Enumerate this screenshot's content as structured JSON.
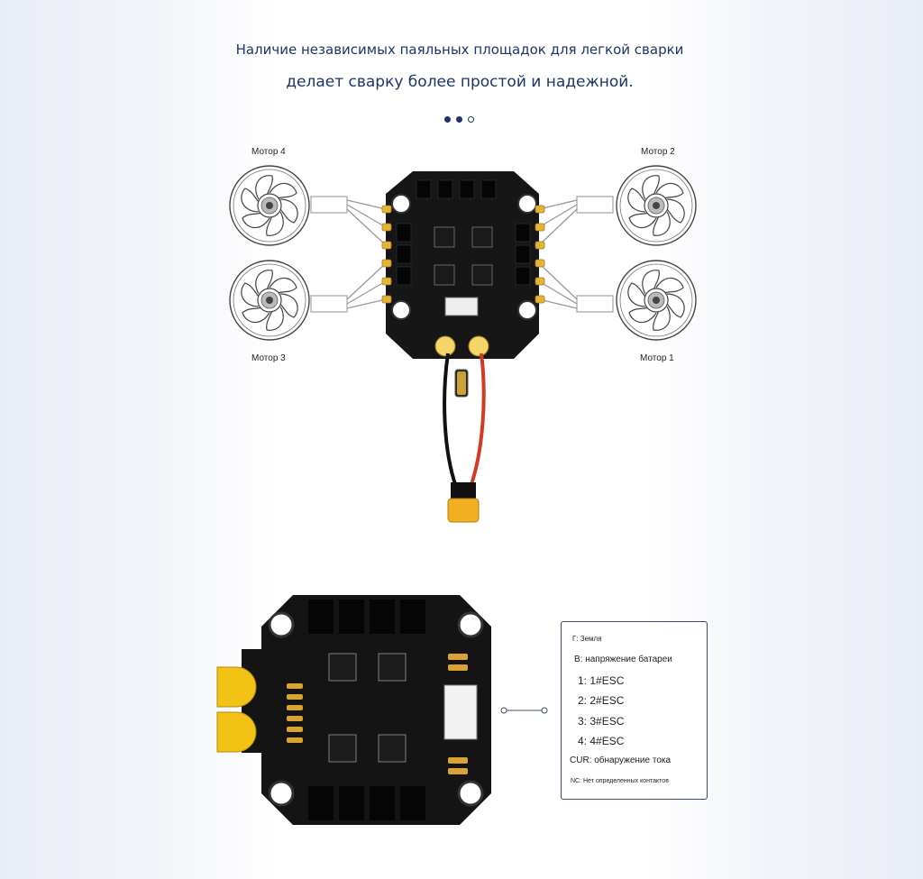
{
  "headline": {
    "line1": "Наличие независимых паяльных площадок для легкой сварки",
    "line2": "делает сварку более простой и надежной."
  },
  "carousel": {
    "total": 3,
    "active": 2
  },
  "motors": {
    "m1": "Мотор 1",
    "m2": "Мотор 2",
    "m3": "Мотор 3",
    "m4": "Мотор 4"
  },
  "pinout": {
    "ground": "Г: Земля",
    "battery": "B: напряжение батареи",
    "esc1": "1:  1#ESC",
    "esc2": "2:  2#ESC",
    "esc3": "3:  3#ESC",
    "esc4": "4:  4#ESC",
    "cur": "CUR: обнаружение тока",
    "nc": "NC: Нет определенных контактов"
  },
  "colors": {
    "accent": "#1d3568",
    "board": "#161616",
    "pad_gold": "#e2b43c",
    "connector_yellow": "#f2b021",
    "wire_red": "#d23a2a"
  }
}
